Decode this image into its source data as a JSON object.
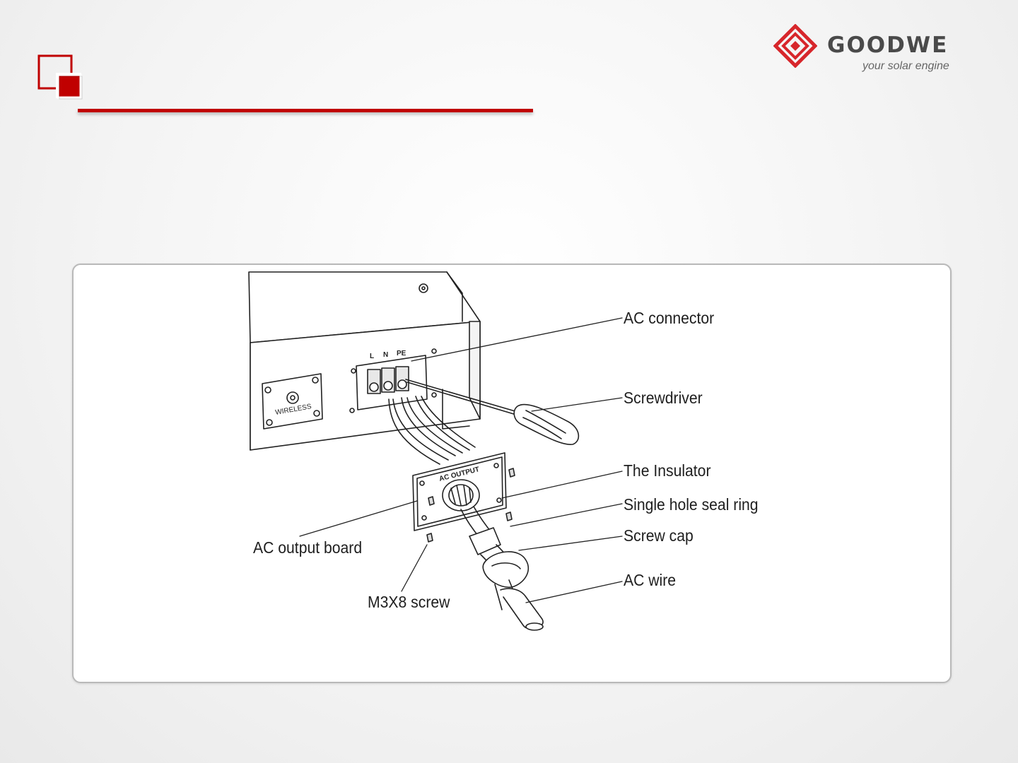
{
  "logo": {
    "wordmark": "GOODWE",
    "tagline": "your solar engine",
    "brand_color": "#d7262b"
  },
  "accent_color": "#c00000",
  "icons": [
    "corner-squares-icon",
    "goodwe-logo-icon"
  ],
  "device": {
    "terminal_labels": [
      "L",
      "N",
      "PE"
    ],
    "wireless_plate_text": "WIRELESS",
    "output_plate_text": "AC OUTPUT"
  },
  "callouts": {
    "ac_connector": "AC connector",
    "screwdriver": "Screwdriver",
    "insulator": "The Insulator",
    "seal_ring": "Single hole seal ring",
    "screw_cap": "Screw cap",
    "ac_wire": "AC wire",
    "output_board": "AC output board",
    "m3x8_screw": "M3X8 screw"
  }
}
